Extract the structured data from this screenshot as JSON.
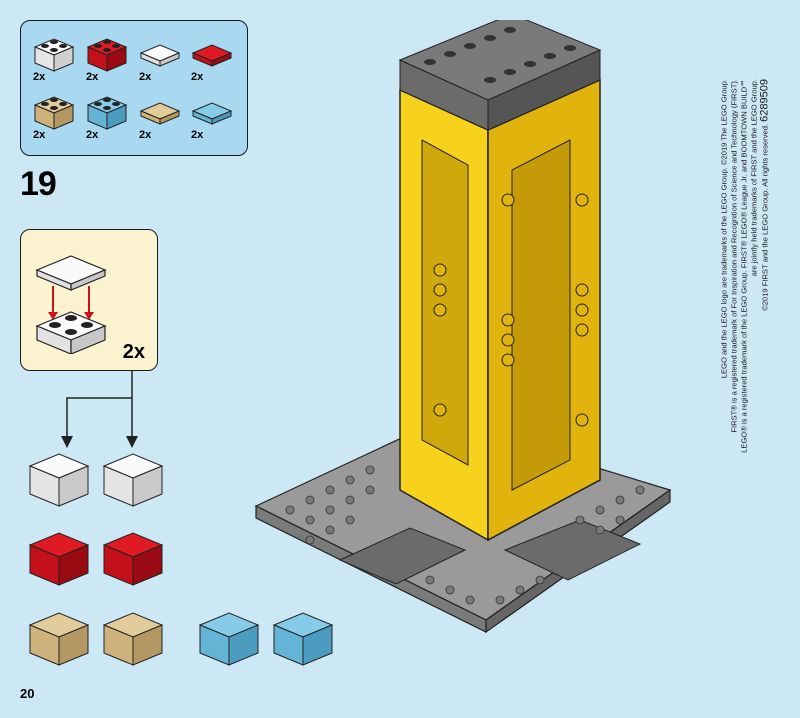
{
  "parts_callout": {
    "items": [
      {
        "color": "white",
        "kind": "brick-2x2",
        "qty": "2x"
      },
      {
        "color": "red",
        "kind": "brick-2x2",
        "qty": "2x"
      },
      {
        "color": "white",
        "kind": "tile-2x2",
        "qty": "2x"
      },
      {
        "color": "red",
        "kind": "tile-2x2",
        "qty": "2x"
      },
      {
        "color": "tan",
        "kind": "brick-2x2",
        "qty": "2x"
      },
      {
        "color": "medium-azure",
        "kind": "brick-2x2",
        "qty": "2x"
      },
      {
        "color": "tan",
        "kind": "tile-2x2",
        "qty": "2x"
      },
      {
        "color": "medium-azure",
        "kind": "tile-2x2",
        "qty": "2x"
      }
    ]
  },
  "step": {
    "number": "19"
  },
  "sub_assembly": {
    "qty": "2x"
  },
  "page": {
    "number": "20"
  },
  "legal": {
    "line1": "LEGO and the LEGO logo are trademarks of the LEGO Group. ©2019 The LEGO Group.",
    "line2": "FIRST® is a registered trademark of For Inspiration and Recognition of Science and Technology (FIRST).",
    "line3": "LEGO® is a registered trademark of the LEGO Group. FIRST® LEGO® League Jr. and BOOMTOWN BUILD℠",
    "line4": "are jointly held trademarks of FIRST and the LEGO Group.",
    "line5": "©2019 FIRST and the LEGO Group. All rights reserved.",
    "code": "6289509"
  },
  "colors": {
    "background": "#cde8f5",
    "parts_box": "#a9d9f0",
    "sub_box": "#fbf2cf",
    "white": "#f4f4f4",
    "red": "#d0101a",
    "tan": "#d9c08e",
    "azure": "#6fc1e2",
    "yellow": "#f6d21c",
    "dark_gray": "#6b6b6b",
    "baseplate": "#9a9a9a",
    "arrow": "#d0101a"
  }
}
